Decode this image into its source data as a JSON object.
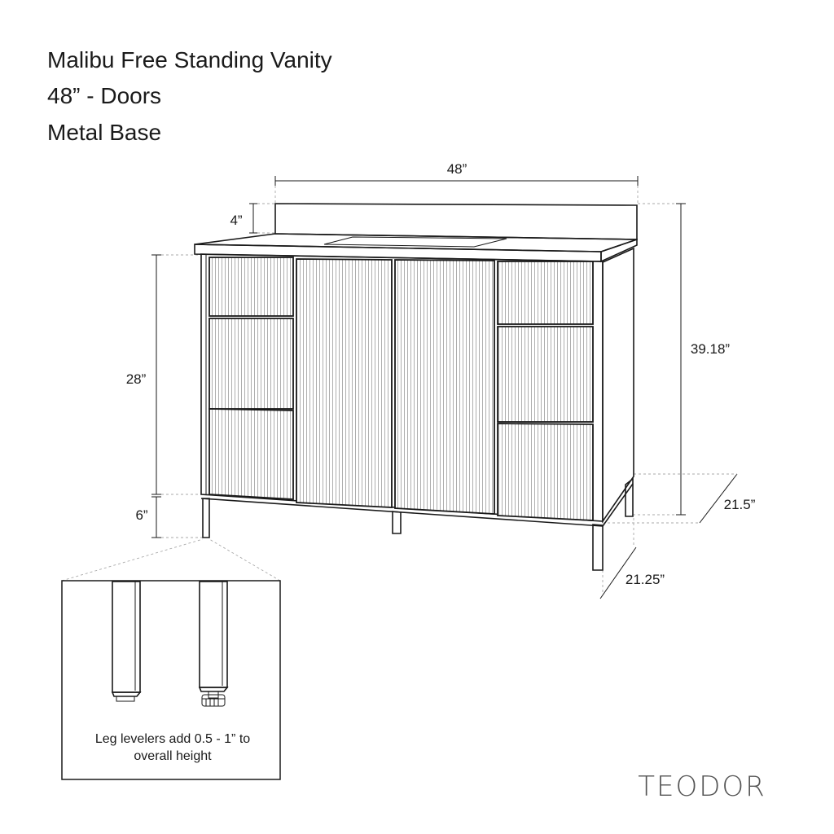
{
  "title": {
    "line1": "Malibu Free Standing Vanity",
    "line2": "48” - Doors",
    "line3": "Metal Base"
  },
  "dimensions": {
    "width": "48”",
    "backsplash": "4”",
    "cabinet_height": "28”",
    "leg_height": "6”",
    "total_height": "39.18”",
    "top_depth": "21.5”",
    "base_depth": "21.25”"
  },
  "inset": {
    "note_line1": "Leg levelers add 0.5 - 1” to",
    "note_line2": "overall height"
  },
  "brand": "TEODOR"
}
